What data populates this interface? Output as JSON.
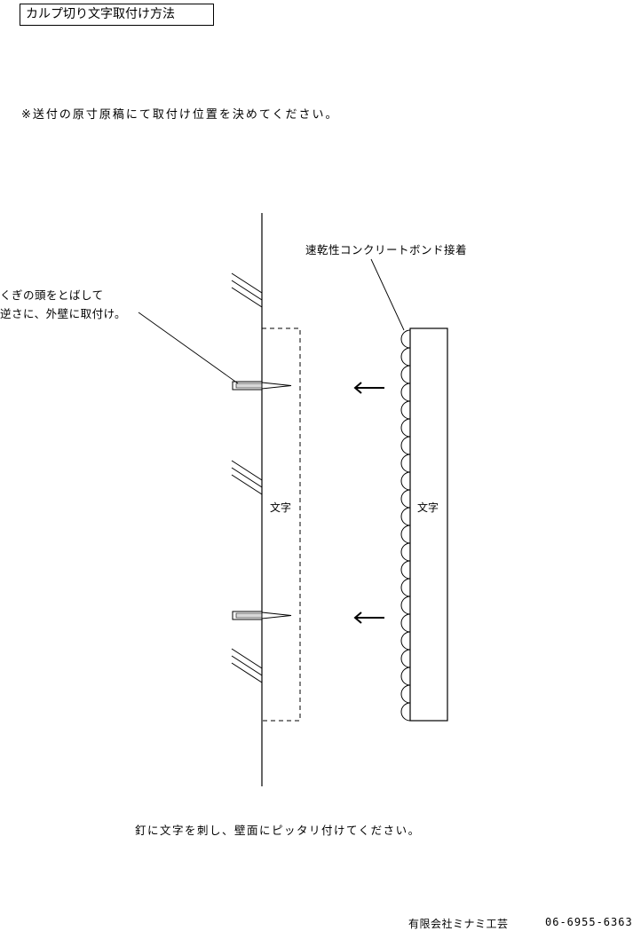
{
  "title": "カルプ切り文字取付け方法",
  "notice": "※送付の原寸原稿にて取付け位置を決めてください。",
  "labels": {
    "adhesive": "速乾性コンクリートボンド接着",
    "nail_line1": "くぎの頭をとばして",
    "nail_line2": "逆さに、外壁に取付け。",
    "letter_left": "文字",
    "letter_right": "文字"
  },
  "bottom_note": "釘に文字を刺し、壁面にピッタリ付けてください。",
  "footer": {
    "company": "有限会社ミナミ工芸",
    "phone": "06-6955-6363"
  }
}
